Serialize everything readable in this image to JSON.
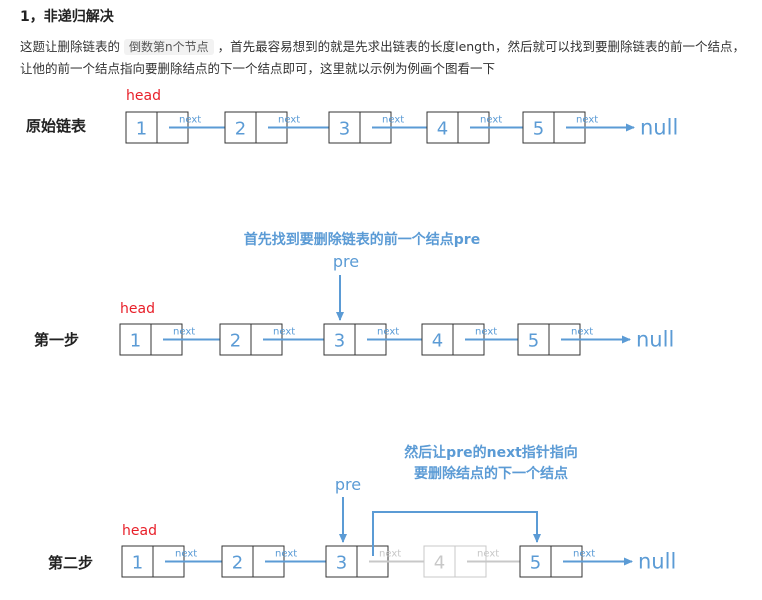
{
  "heading": "1，非递归解决",
  "para": {
    "text_before": "这题让删除链表的",
    "chip": "倒数第n个节点",
    "text_after": "，首先最容易想到的就是先求出链表的长度length，然后就可以找到要删除链表的前一个结点，让他的前一个结点指向要删除结点的下一个结点即可，这里就以示例为例画个图看一下"
  },
  "diagram": {
    "head_label": "head",
    "next_label": "next",
    "null_label": "null",
    "pre_label": "pre",
    "rows": [
      {
        "title": "原始链表",
        "values": [
          "1",
          "2",
          "3",
          "4",
          "5"
        ]
      },
      {
        "title": "第一步",
        "values": [
          "1",
          "2",
          "3",
          "4",
          "5"
        ]
      },
      {
        "title": "第二步",
        "values": [
          "1",
          "2",
          "3",
          "4",
          "5"
        ]
      }
    ],
    "step1_caption": "首先找到要删除链表的前一个结点pre",
    "step2_caption_line1": "然后让pre的next指针指向",
    "step2_caption_line2": "要删除结点的下一个结点"
  },
  "colors": {
    "blue": "#5b9bd5",
    "red": "#e8202a",
    "gray": "#c8c8c8",
    "box_border": "#333333",
    "text_dark": "#222222"
  }
}
